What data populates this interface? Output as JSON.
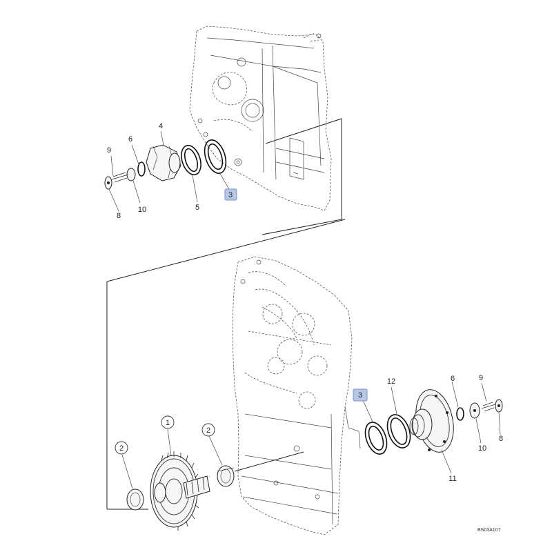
{
  "diagram": {
    "callouts_top": [
      {
        "id": "top-4",
        "text": "4"
      },
      {
        "id": "top-6",
        "text": "6"
      },
      {
        "id": "top-9",
        "text": "9"
      },
      {
        "id": "top-10",
        "text": "10"
      },
      {
        "id": "top-8",
        "text": "8"
      },
      {
        "id": "top-5",
        "text": "5"
      },
      {
        "id": "top-3",
        "text": "3"
      }
    ],
    "callouts_bottom": [
      {
        "id": "bot-12",
        "text": "12"
      },
      {
        "id": "bot-6",
        "text": "6"
      },
      {
        "id": "bot-9",
        "text": "9"
      },
      {
        "id": "bot-8",
        "text": "8"
      },
      {
        "id": "bot-10",
        "text": "10"
      },
      {
        "id": "bot-11",
        "text": "11"
      },
      {
        "id": "bot-3",
        "text": "3"
      },
      {
        "id": "bot-1",
        "text": "1"
      },
      {
        "id": "bot-2a",
        "text": "2"
      },
      {
        "id": "bot-2b",
        "text": "2"
      }
    ],
    "figure_code": "BS03A107",
    "highlight_color": "#b9c7e6"
  }
}
